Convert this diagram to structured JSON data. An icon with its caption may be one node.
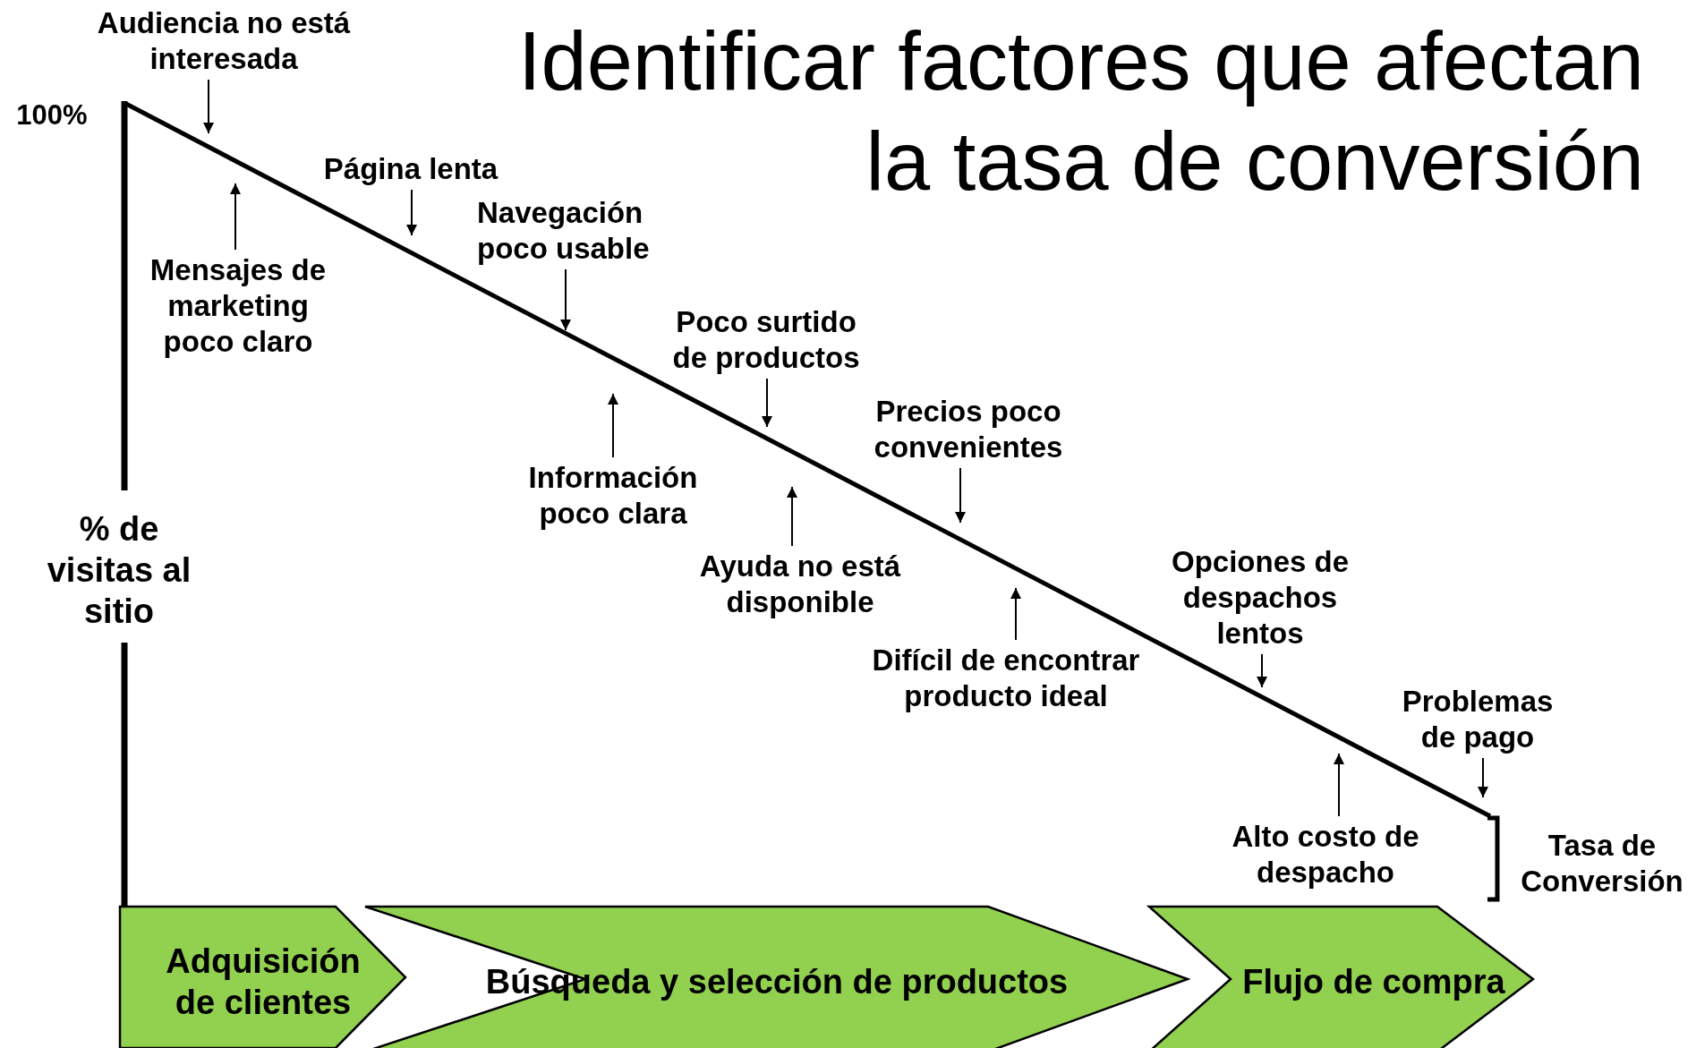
{
  "diagram": {
    "title": "Identificar factores que afectan la tasa de conversión",
    "nodes": [
      {
        "text": [
          "Audiencia no está interesada"
        ]
      },
      {
        "text": [
          "Mensajes de marketing poco claro"
        ]
      },
      {
        "text": [
          "Página lenta"
        ]
      },
      {
        "text": [
          "Navegación poco usable"
        ]
      },
      {
        "text": [
          "Información poco clara"
        ]
      },
      {
        "text": [
          "Poco surtido de productos"
        ]
      },
      {
        "text": [
          "Ayuda no está disponible"
        ]
      },
      {
        "text": [
          "Precios poco convenientes"
        ]
      },
      {
        "text": [
          "Difícil de encontrar producto ideal"
        ]
      },
      {
        "text": [
          "Opciones de despachos lentos"
        ]
      },
      {
        "text": [
          "Alto costo de despacho"
        ]
      },
      {
        "text": [
          "Problemas de pago"
        ]
      },
      {
        "text": [
          "Adquisición de clientes"
        ]
      },
      {
        "text": [
          "Búsqueda y selección de productos"
        ]
      },
      {
        "text": [
          "Flujo de compra"
        ]
      }
    ],
    "edges": [
      {
        "from": 0,
        "to": null,
        "arrow": "to"
      },
      {
        "from": 1,
        "to": null,
        "arrow": "to"
      },
      {
        "from": 2,
        "to": null,
        "arrow": "to"
      },
      {
        "from": 3,
        "to": null,
        "arrow": "to"
      },
      {
        "from": 4,
        "to": null,
        "arrow": "to"
      },
      {
        "from": 5,
        "to": null,
        "arrow": "to"
      },
      {
        "from": 6,
        "to": null,
        "arrow": "to"
      },
      {
        "from": 7,
        "to": null,
        "arrow": "to"
      },
      {
        "from": 8,
        "to": null,
        "arrow": "to"
      },
      {
        "from": 9,
        "to": null,
        "arrow": "to"
      },
      {
        "from": 10,
        "to": null,
        "arrow": "to"
      },
      {
        "from": 11,
        "to": null,
        "arrow": "to"
      }
    ],
    "labels": [
      "100%",
      "% de visitas al sitio",
      "Tasa de Conversión"
    ]
  }
}
